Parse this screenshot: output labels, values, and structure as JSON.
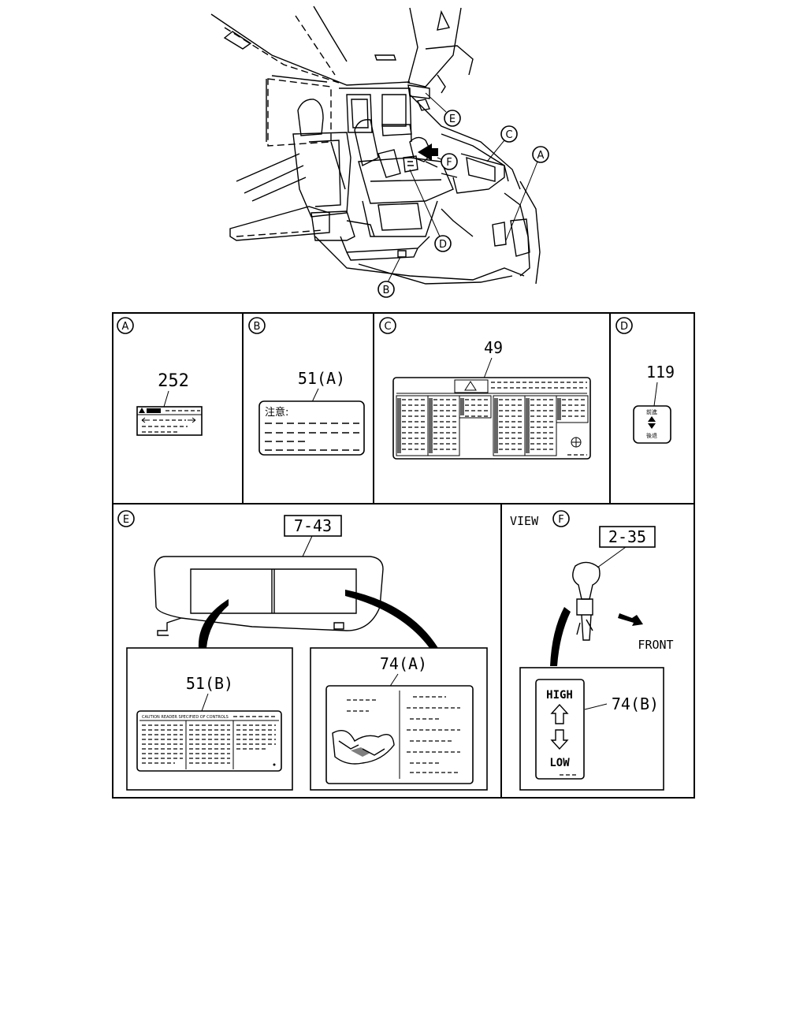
{
  "callouts": {
    "A": "A",
    "B": "B",
    "C": "C",
    "D": "D",
    "E": "E",
    "F": "F"
  },
  "panels": {
    "A": {
      "letter": "A",
      "part": "252"
    },
    "B": {
      "letter": "B",
      "part": "51(A)",
      "label_title": "注意:"
    },
    "C": {
      "letter": "C",
      "part": "49"
    },
    "D": {
      "letter": "D",
      "part": "119",
      "label_top": "前進",
      "label_bottom": "後退"
    },
    "E": {
      "letter": "E",
      "part": "7-43",
      "sub_left_part": "51(B)",
      "sub_right_part": "74(A)",
      "sub_left_heading": "CAUTION READER SPECIFIED OF CONTROLS"
    },
    "F": {
      "view_label": "VIEW",
      "letter": "F",
      "part": "2-35",
      "direction": "FRONT",
      "label_part": "74(B)",
      "label_high": "HIGH",
      "label_low": "LOW"
    }
  }
}
